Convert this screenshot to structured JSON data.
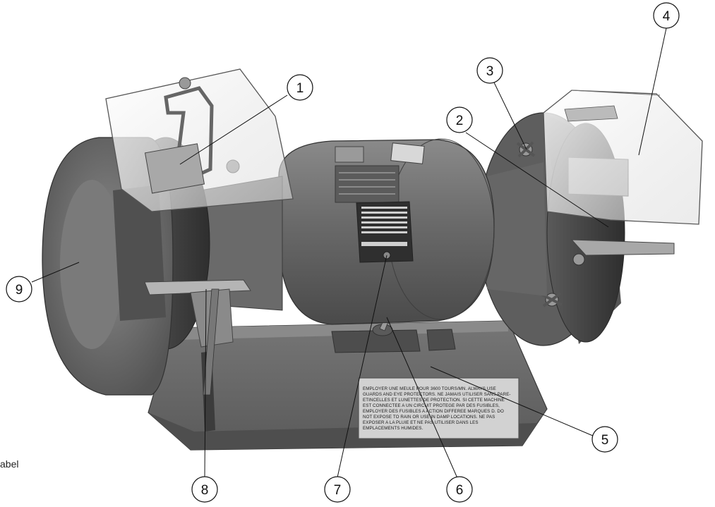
{
  "side_label": "abel",
  "callouts": [
    {
      "id": "1",
      "label": "1"
    },
    {
      "id": "2",
      "label": "2"
    },
    {
      "id": "3",
      "label": "3"
    },
    {
      "id": "4",
      "label": "4"
    },
    {
      "id": "5",
      "label": "5"
    },
    {
      "id": "6",
      "label": "6"
    },
    {
      "id": "7",
      "label": "7"
    },
    {
      "id": "8",
      "label": "8"
    },
    {
      "id": "9",
      "label": "9"
    }
  ],
  "warning_plate": {
    "lines": [
      "EMPLOYER UNE MEULE POUR 3600 TOURS/MN. ALWAYS USE",
      "GUARDS AND EYE PROTECTORS. NE JAMAIS UTILISER SANS PARE-",
      "ETINCELLES ET LUNETTES DE PROTECTION. SI CETTE MACHINE",
      "EST CONNECTEE A UN CIRCUIT PROTEGE PAR DES FUSIBLES,",
      "EMPLOYER DES FUSIBLES A ACTION DIFFEREE MARQUES D. DO",
      "NOT EXPOSE TO RAIN OR USE IN DAMP LOCATIONS. NE PAS",
      "EXPOSER A LA PLUIE ET NE PAS UTILISER DANS LES",
      "EMPLACEMENTS HUMIDES."
    ]
  },
  "colors": {
    "housing": "#6e6e6e",
    "housing_dark": "#4a4a4a",
    "wheel": "#3a3a3a",
    "guard_plastic": "#e8e8e8",
    "plate": "#cfcfcf"
  }
}
